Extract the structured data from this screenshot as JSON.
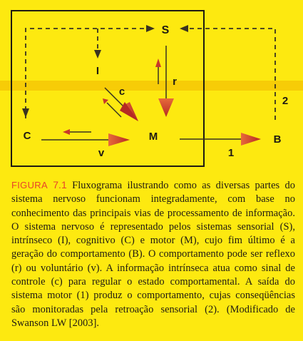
{
  "diagram": {
    "nodes": {
      "sensory": "S",
      "intrinsic": "I",
      "cognitive": "C",
      "motor": "M",
      "behavior": "B"
    },
    "labels": {
      "control": "c",
      "reflex": "r",
      "voluntary": "v",
      "output": "1",
      "feedback": "2"
    },
    "colors": {
      "background": "#fde910",
      "box_stroke": "#1f1a12",
      "arrow_red": "#c8382a",
      "arrow_dark": "#3a3320",
      "highlight_band": "#f3b400"
    }
  },
  "caption": {
    "figure_label": "Figura",
    "figure_number": "7.1",
    "text": "Fluxograma ilustrando como as diversas partes do sistema nervoso funcionam integradamente, com base no conhecimento das principais vias de processamento de informação. O sistema nervoso é representado pelos sistemas sensorial (S), intrínseco (I), cognitivo (C) e motor (M), cujo fim último é a geração do comportamento (B). O comportamento pode ser reflexo (r) ou voluntário (v). A informação intrínseca atua como sinal de controle (c) para regular o estado comportamental. A saída do sistema motor (1) produz o comportamento, cujas conseqüências são monitoradas pela retroação sensorial (2). (Modificado de Swanson LW [2003]."
  }
}
